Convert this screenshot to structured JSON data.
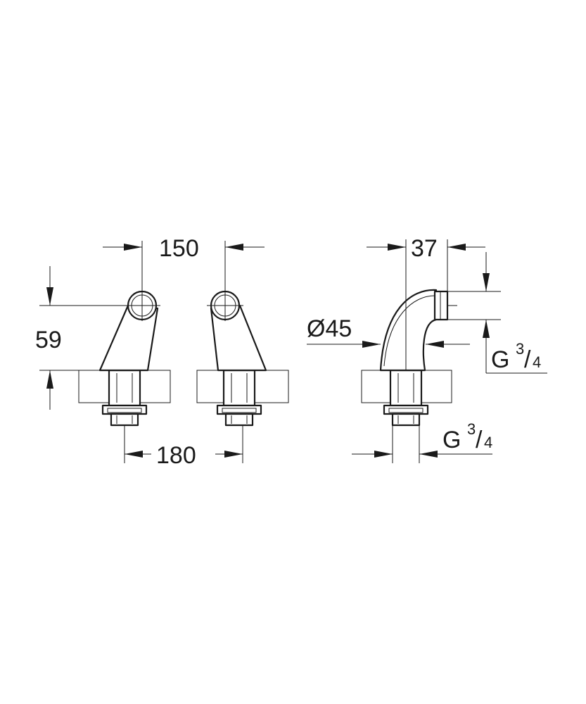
{
  "dimensions": {
    "spacing_top": "150",
    "height": "59",
    "spacing_bottom": "180",
    "outlet_depth": "37",
    "diameter": "Ø45",
    "thread_side": {
      "prefix": "G",
      "num": "3",
      "den": "4"
    },
    "thread_bottom": {
      "prefix": "G",
      "num": "3",
      "den": "4"
    }
  },
  "colors": {
    "line": "#1a1a1a",
    "background": "#ffffff"
  }
}
